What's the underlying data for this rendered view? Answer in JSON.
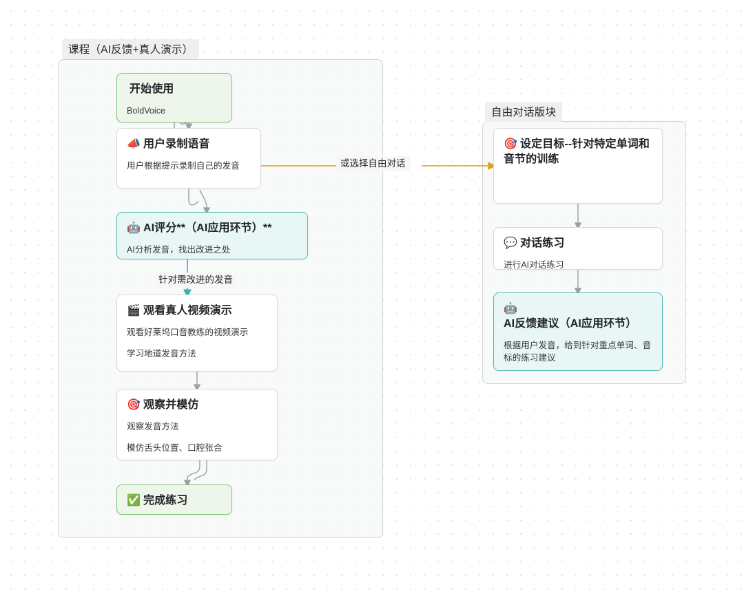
{
  "canvas": {
    "background": "#ffffff",
    "grid_dot_color": "#e3e3e3"
  },
  "groups": [
    {
      "id": "course",
      "label": "课程（AI反馈+真人演示）",
      "background": "#f7f8f8",
      "border": "#d4d4d4"
    },
    {
      "id": "free-dialog",
      "label": "自由对话版块",
      "background": "#f7f8f8",
      "border": "#d4d4d4"
    }
  ],
  "nodes": {
    "start": {
      "emoji": "",
      "title": "开始使用",
      "desc1": "BoldVoice",
      "accent": "#7cc47a",
      "fill": "#eef6ec"
    },
    "record": {
      "emoji": "📣",
      "title": "用户录制语音",
      "desc1": "用户根据提示录制自己的发音",
      "accent": "#d9dadc",
      "fill": "#ffffff"
    },
    "aiscore": {
      "emoji": "🤖",
      "title": "AI评分**（AI应用环节）**",
      "desc1": "AI分析发音，找出改进之处",
      "accent": "#55b8b8",
      "fill": "#e8f6f6"
    },
    "watch": {
      "emoji": "🎬",
      "title": "观看真人视频演示",
      "desc1": "观看好莱坞口音教练的视频演示",
      "desc2": "学习地道发音方法",
      "accent": "#d9dadc",
      "fill": "#ffffff"
    },
    "imitate": {
      "emoji": "🎯",
      "title": "观察并模仿",
      "desc1": "观察发音方法",
      "desc2": "模仿舌头位置、口腔张合",
      "accent": "#d9dadc",
      "fill": "#ffffff"
    },
    "complete": {
      "emoji": "✅",
      "title": "完成练习",
      "accent": "#7cc47a",
      "fill": "#eef6ec"
    },
    "goal": {
      "emoji": "🎯",
      "title": "设定目标--针对特定单词和音节的训练",
      "accent": "#d9dadc",
      "fill": "#ffffff"
    },
    "dialog": {
      "emoji": "💬",
      "title": "对话练习",
      "desc1": "进行AI对话练习",
      "accent": "#d9dadc",
      "fill": "#ffffff"
    },
    "aifeedback": {
      "emoji": "🤖",
      "title": "AI反馈建议（AI应用环节）",
      "desc1": "根据用户发音，给到针对重点单词、音标的练习建议",
      "accent": "#55b8b8",
      "fill": "#e8f6f6"
    }
  },
  "edges": {
    "improve_label": "针对需改进的发音",
    "free_label": "或选择自由对话",
    "gray_color": "#9aa0a6",
    "teal_color": "#35b4b4",
    "orange_color": "#d9a21b"
  }
}
